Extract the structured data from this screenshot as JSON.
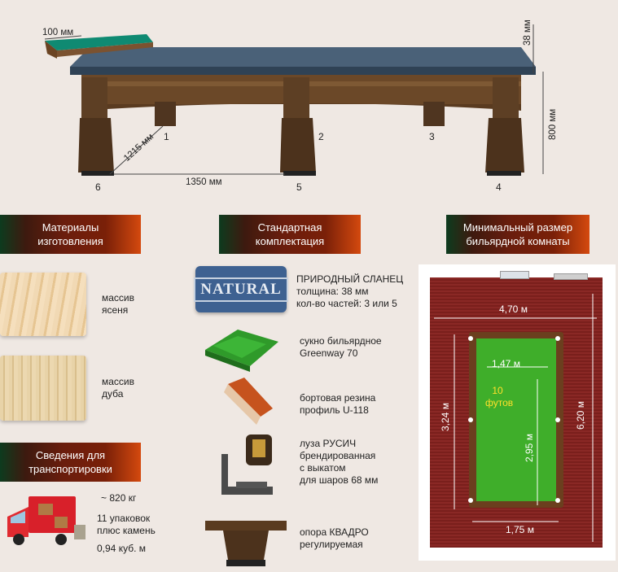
{
  "table_dims": {
    "rail_width": "100 мм",
    "slate_thickness": "38 мм",
    "height": "800 мм",
    "depth": "1215 мм",
    "length": "1350 мм",
    "legs": [
      "1",
      "2",
      "3",
      "4",
      "5",
      "6"
    ]
  },
  "headers": {
    "materials": [
      "Материалы",
      "изготовления"
    ],
    "standard": [
      "Стандартная",
      "комплектация"
    ],
    "room": [
      "Минимальный размер",
      "бильярдной комнаты"
    ],
    "transport": [
      "Сведения для",
      "транспортировки"
    ]
  },
  "materials": [
    {
      "lines": [
        "массив",
        "ясеня"
      ]
    },
    {
      "lines": [
        "массив",
        "дуба"
      ]
    }
  ],
  "standard": {
    "badge": "NATURAL",
    "items": [
      {
        "lines": [
          "ПРИРОДНЫЙ СЛАНЕЦ",
          "толщина: 38 мм",
          "кол-во частей: 3 или 5"
        ]
      },
      {
        "lines": [
          "сукно бильярдное",
          "Greenway 70"
        ]
      },
      {
        "lines": [
          "бортовая резина",
          "профиль U-118"
        ]
      },
      {
        "lines": [
          "луза РУСИЧ",
          "брендированная",
          "с выкатом",
          "для шаров 68 мм"
        ]
      },
      {
        "lines": [
          "опора КВАДРО",
          "регулируемая"
        ]
      }
    ]
  },
  "transport": {
    "weight": "~ 820 кг",
    "packages": [
      "11 упаковок",
      "плюс камень"
    ],
    "volume": "0,94 куб. м"
  },
  "room": {
    "room_width": "4,70 м",
    "room_length": "6,20 м",
    "play_width": "1,47 м",
    "play_length": "2,95 м",
    "table_length_side": "3,24 м",
    "table_width": "1,75 м",
    "size": [
      "10",
      "футов"
    ]
  },
  "colors": {
    "cloth": "#3fae2a",
    "carpet": "#7a1f1c",
    "header_dark": "#6a1d0d",
    "header_light": "#d4490e"
  }
}
